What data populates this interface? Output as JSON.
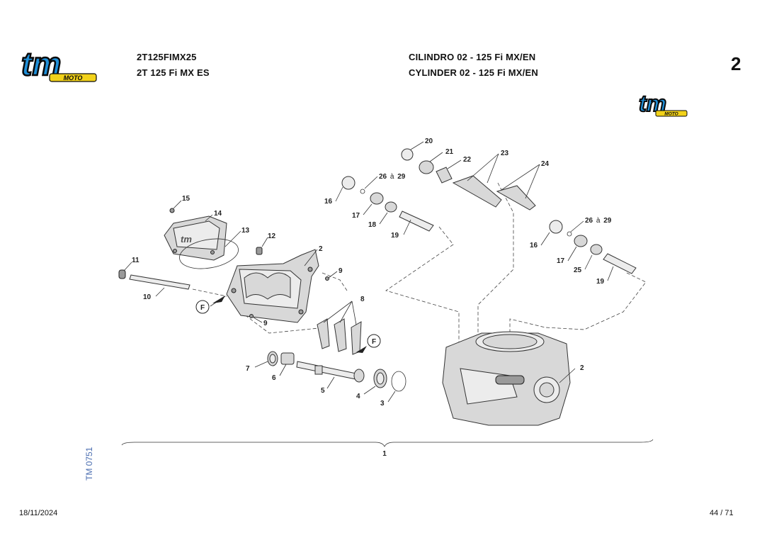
{
  "header": {
    "code": "2T125FIMX25",
    "model": "2T 125 Fi MX ES",
    "title_it": "CILINDRO 02 - 125 Fi MX/EN",
    "title_en": "CYLINDER 02 - 125 Fi MX/EN",
    "page_number": "2"
  },
  "logo": {
    "text": "tm",
    "subtext": "MOTO",
    "color_primary": "#1f8fd8",
    "color_outline": "#0a0a0a",
    "color_accent": "#f2d21a"
  },
  "side_code": "TM 0751",
  "footer": {
    "date": "18/11/2024",
    "page": "44 / 71"
  },
  "callouts": {
    "c1": "1",
    "c2a": "2",
    "c2b": "2",
    "c3": "3",
    "c4": "4",
    "c5": "5",
    "c6": "6",
    "c7": "7",
    "c8": "8",
    "c9a": "9",
    "c9b": "9",
    "c10": "10",
    "c11": "11",
    "c12": "12",
    "c13": "13",
    "c14": "14",
    "c15": "15",
    "c16a": "16",
    "c16b": "16",
    "c17a": "17",
    "c17b": "17",
    "c18": "18",
    "c19a": "19",
    "c19b": "19",
    "c20": "20",
    "c21": "21",
    "c22": "22",
    "c23": "23",
    "c24": "24",
    "c25": "25",
    "c26a_num": "26",
    "c26a_to": "à",
    "c26a_end": "29",
    "c26b_num": "26",
    "c26b_to": "à",
    "c26b_end": "29",
    "fA": "F",
    "fB": "F"
  }
}
